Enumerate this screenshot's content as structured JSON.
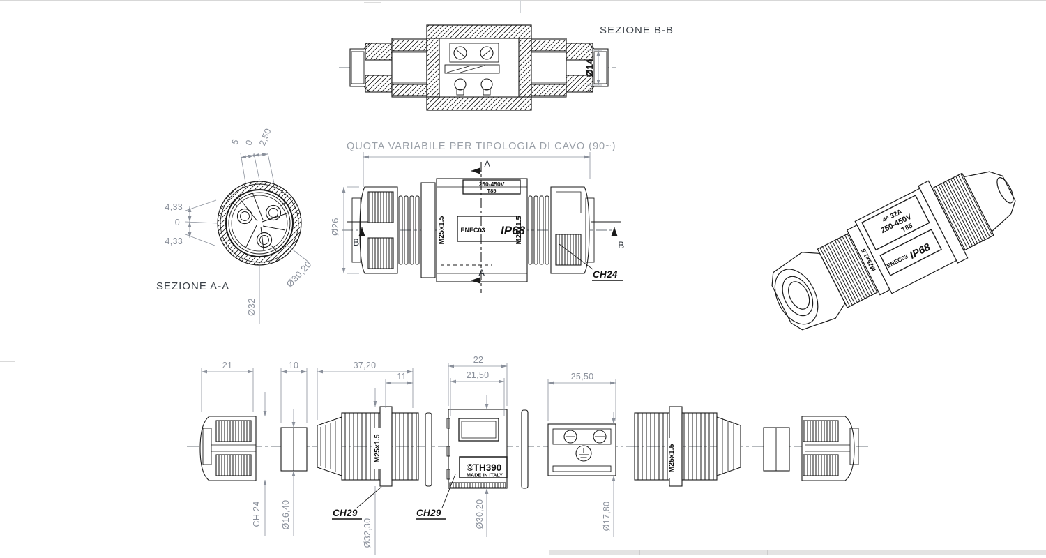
{
  "page": {
    "background": "#ffffff",
    "line_color": "#1a1a1a",
    "dim_color": "#8a909b",
    "label_color": "#3a4047"
  },
  "section_bb": {
    "title": "SEZIONE B-B",
    "dia": "Ø14"
  },
  "section_aa": {
    "title": "SEZIONE A-A",
    "top_dims": [
      "5",
      "0",
      "2,50"
    ],
    "left_dims": [
      "4,33",
      "0",
      "4,33"
    ],
    "dia_insert": "Ø30,20",
    "dia_outer": "Ø32"
  },
  "side": {
    "note": "QUOTA VARIABILE PER TIPOLOGIA DI CAVO (90~)",
    "dia": "Ø26",
    "wrench": "CH24",
    "mark_a": "A",
    "mark_b": "B",
    "thread": "M25x1.5",
    "label_rating": "250-450V",
    "label_temp": "T85",
    "label_enec": "ENEC03",
    "label_ip": "IP68"
  },
  "iso": {
    "rating_amps": "4ᴬ  32A",
    "rating_volts": "250-450V",
    "rating_temp": "T85",
    "label_enec": "ENEC03",
    "label_ip": "IP68",
    "thread": "M25x1.5"
  },
  "exploded": {
    "dim_cap_len": "21",
    "dim_seal_len": "10",
    "dim_gland_len": "37,20",
    "dim_thread_len": "11",
    "dim_housing_len": "22",
    "dim_housing_inner": "21,50",
    "dim_terminal_len": "25,50",
    "cap_wrench": "CH 24",
    "seal_dia": "Ø16,40",
    "gland_wrench": "CH29",
    "gland_dia": "Ø32,30",
    "housing_wrench": "CH29",
    "housing_dia": "Ø30,20",
    "terminal_dia": "Ø17,80",
    "thread_left": "M25x1.5",
    "thread_right": "M25x1.5",
    "cert_mark": "Ⓠ",
    "model": "TH390",
    "origin": "MADE IN ITALY"
  }
}
